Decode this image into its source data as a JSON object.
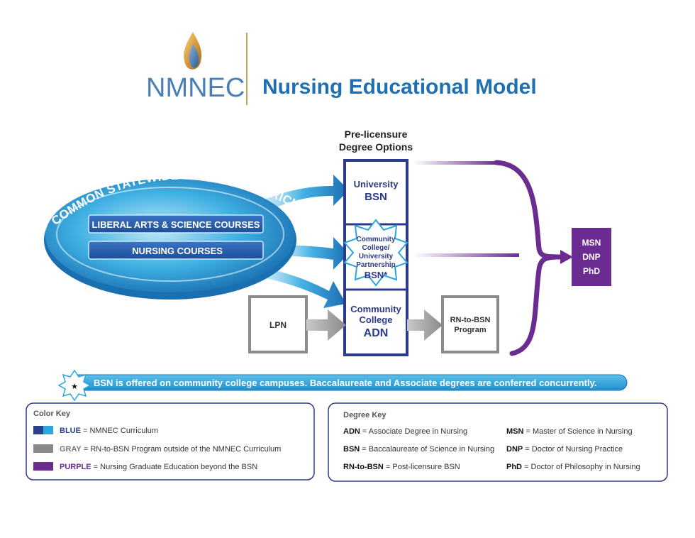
{
  "header": {
    "logo_text": "NMNEC",
    "title": "Nursing Educational Model"
  },
  "curriculum": {
    "arc_title": "COMMON STATEWIDE NURSING CURRICULUM",
    "course_1": "LIBERAL ARTS & SCIENCE COURSES",
    "course_2": "NURSING COURSES"
  },
  "options": {
    "heading_line1": "Pre-licensure",
    "heading_line2": "Degree Options",
    "university_line1": "University",
    "university_line2": "BSN",
    "partnership_line1": "Community",
    "partnership_line2": "College/",
    "partnership_line3": "University",
    "partnership_line4": "Partnership",
    "partnership_line5": "BSN*",
    "cc_line1": "Community",
    "cc_line2": "College",
    "cc_line3": "ADN"
  },
  "lpn": {
    "label": "LPN"
  },
  "rn_to_bsn": {
    "line1": "RN-to-BSN",
    "line2": "Program"
  },
  "graduate": {
    "line1": "MSN",
    "line2": "DNP",
    "line3": "PhD"
  },
  "footnote": {
    "star": "★",
    "text": "BSN is offered on community college campuses. Baccalaureate and Associate degrees are conferred concurrently."
  },
  "color_key": {
    "title": "Color Key",
    "items": [
      {
        "name": "BLUE",
        "desc": " = NMNEC Curriculum",
        "color": "#2c3e8f",
        "color2": "#2aa7dc"
      },
      {
        "name": "GRAY",
        "desc": " = RN-to-BSN Program outside of the NMNEC Curriculum",
        "color": "#8a8a8a"
      },
      {
        "name": "PURPLE",
        "desc": " = Nursing Graduate Education beyond the BSN",
        "color": "#6a2c91"
      }
    ]
  },
  "degree_key": {
    "title": "Degree Key",
    "left": [
      {
        "abbr": "ADN",
        "desc": " = Associate Degree in Nursing"
      },
      {
        "abbr": "BSN",
        "desc": " = Baccalaureate of Science in Nursing"
      },
      {
        "abbr": "RN-to-BSN",
        "desc": " = Post-licensure BSN"
      }
    ],
    "right": [
      {
        "abbr": "MSN",
        "desc": " = Master of Science in Nursing"
      },
      {
        "abbr": "DNP",
        "desc": " = Doctor of Nursing Practice"
      },
      {
        "abbr": "PhD",
        "desc": " = Doctor of Philosophy in Nursing"
      }
    ]
  },
  "colors": {
    "navy": "#2c3a8c",
    "title_blue": "#1f6fb5",
    "logo_blue": "#4a7fb5",
    "purple": "#6a2c91",
    "gray": "#8a8a8a",
    "sky": "#2aa7dc",
    "gold": "#c9a25a"
  }
}
